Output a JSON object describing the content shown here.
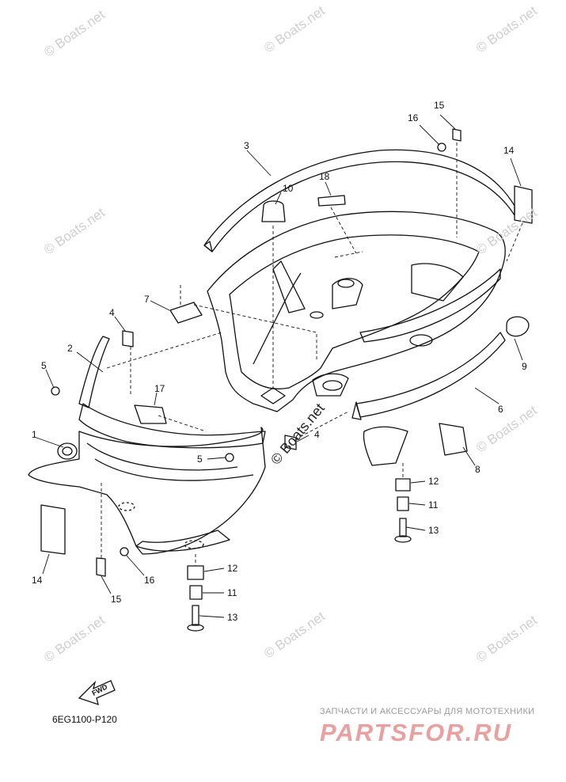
{
  "diagram_code": "6EG1100-P120",
  "fwd_label": "FWD",
  "watermark": "© Boats.net",
  "brand": {
    "tagline": "ЗАПЧАСТИ И АКСЕССУАРЫ ДЛЯ МОТОТЕХНИКИ",
    "logo": "PARTSFOR.RU"
  },
  "callouts": [
    "1",
    "2",
    "3",
    "4",
    "4",
    "5",
    "5",
    "6",
    "7",
    "8",
    "9",
    "10",
    "11",
    "11",
    "12",
    "12",
    "13",
    "13",
    "14",
    "14",
    "15",
    "15",
    "16",
    "16",
    "17",
    "18"
  ]
}
